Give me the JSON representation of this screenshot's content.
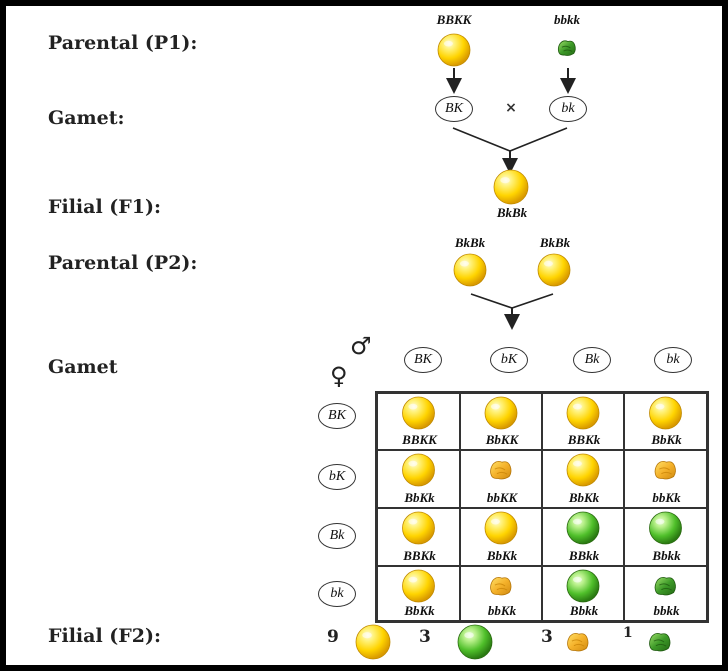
{
  "labels": {
    "parental_p1": "Parental (P1):",
    "gamete_1": "Gamet:",
    "filial_f1": "Filial (F1):",
    "parental_p2": "Parental (P2):",
    "gamete_2": "Gamet",
    "filial_f2": "Filial (F2):"
  },
  "p1": {
    "left_genotype": "BBKK",
    "right_genotype": "bbkk"
  },
  "gametes_p1": {
    "left": "BK",
    "right": "bk",
    "cross": "×"
  },
  "f1": {
    "genotype": "BkBk"
  },
  "p2": {
    "left_genotype": "BkBk",
    "right_genotype": "BkBk"
  },
  "symbols": {
    "male": "♂",
    "female": "♀"
  },
  "punnett": {
    "male_gametes": [
      "BK",
      "bK",
      "Bk",
      "bk"
    ],
    "female_gametes": [
      "BK",
      "bK",
      "Bk",
      "bk"
    ],
    "cells": [
      [
        {
          "g": "BBKK",
          "pheno": "yellow-round"
        },
        {
          "g": "BbKK",
          "pheno": "yellow-round"
        },
        {
          "g": "BBKk",
          "pheno": "yellow-round"
        },
        {
          "g": "BbKk",
          "pheno": "yellow-round"
        }
      ],
      [
        {
          "g": "BbKk",
          "pheno": "yellow-round"
        },
        {
          "g": "bbKK",
          "pheno": "yellow-wrinkled"
        },
        {
          "g": "BbKk",
          "pheno": "yellow-round"
        },
        {
          "g": "bbKk",
          "pheno": "yellow-wrinkled"
        }
      ],
      [
        {
          "g": "BBKk",
          "pheno": "yellow-round"
        },
        {
          "g": "BbKk",
          "pheno": "yellow-round"
        },
        {
          "g": "BBkk",
          "pheno": "green-round"
        },
        {
          "g": "Bbkk",
          "pheno": "green-round"
        }
      ],
      [
        {
          "g": "BbKk",
          "pheno": "yellow-round"
        },
        {
          "g": "bbKk",
          "pheno": "yellow-wrinkled"
        },
        {
          "g": "Bbkk",
          "pheno": "green-round"
        },
        {
          "g": "bbkk",
          "pheno": "green-wrinkled"
        }
      ]
    ]
  },
  "ratio": [
    {
      "count": "9",
      "pheno": "yellow-round"
    },
    {
      "count": "3",
      "pheno": "green-round"
    },
    {
      "count": "3",
      "pheno": "yellow-wrinkled"
    },
    {
      "count": "1",
      "pheno": "green-wrinkled"
    }
  ],
  "colors": {
    "yellow_light": "#fff27a",
    "yellow_mid": "#ffd400",
    "yellow_dark": "#d99a00",
    "green_light": "#b8f08a",
    "green_mid": "#4fbf2a",
    "green_dark": "#2a7a12",
    "wrinkled_yellow": "#f4b12a",
    "wrinkled_green": "#3d9a28"
  }
}
